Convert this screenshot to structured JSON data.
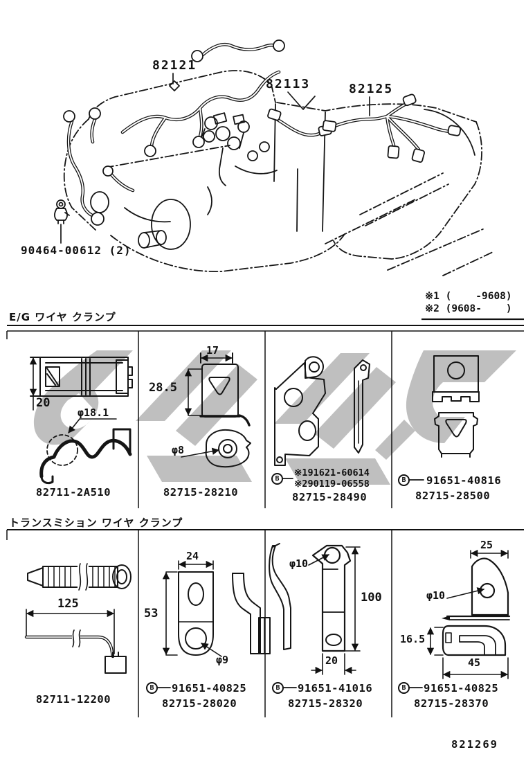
{
  "engine": {
    "harness_label_1": "82121",
    "harness_label_2": "82113",
    "harness_label_3": "82125",
    "clip_label": "90464-00612 (2)"
  },
  "notes": {
    "note1": "※1 (    -9608)",
    "note2": "※2 (9608-    )"
  },
  "eg_section": {
    "title": "E/G ワイヤ クランプ",
    "cell1": {
      "dim_height": "20",
      "dim_diameter": "φ18.1",
      "part_number": "82711-2A510"
    },
    "cell2": {
      "dim_width": "17",
      "dim_height": "28.5",
      "dim_diameter": "φ8",
      "part_number": "82715-28210"
    },
    "cell3": {
      "b_icon": "B",
      "part_alt_1": "※191621-60614",
      "part_alt_2": "※290119-06558",
      "part_number": "82715-28490"
    },
    "cell4": {
      "b_icon": "B",
      "part_number_top": "91651-40816",
      "part_number": "82715-28500"
    }
  },
  "tm_section": {
    "title": "トランスミション ワイヤ クランプ",
    "cell1": {
      "dim_length": "125",
      "part_number": "82711-12200"
    },
    "cell2": {
      "b_icon": "B",
      "dim_width": "24",
      "dim_height": "53",
      "dim_diameter": "φ9",
      "part_number_top": "91651-40825",
      "part_number": "82715-28020"
    },
    "cell3": {
      "b_icon": "B",
      "dim_diameter": "φ10",
      "dim_height": "100",
      "dim_width": "20",
      "part_number_top": "91651-41016",
      "part_number": "82715-28320"
    },
    "cell4": {
      "b_icon": "B",
      "dim_width_top": "25",
      "dim_diameter": "φ10",
      "dim_height": "16.5",
      "dim_width_bottom": "45",
      "part_number_top": "91651-40825",
      "part_number": "82715-28370"
    }
  },
  "footer": {
    "page_code": "821269"
  }
}
